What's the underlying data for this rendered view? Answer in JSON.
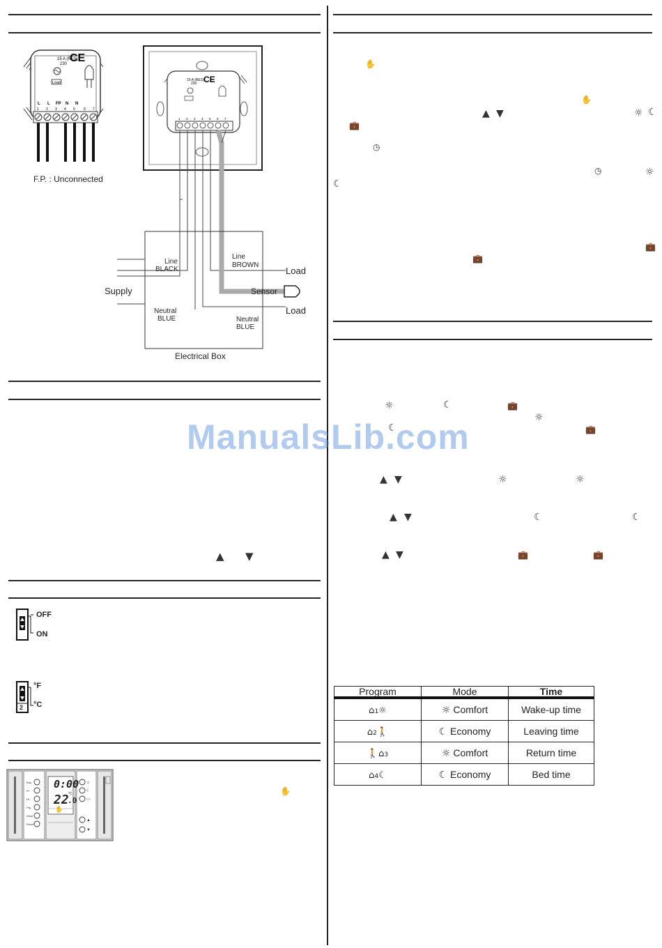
{
  "wiring": {
    "fp_note": "F.P. : Unconnected",
    "rating": "15 A (RES)",
    "voltage": "230",
    "load_box": "Load",
    "terminal_numbers": [
      "1",
      "2",
      "3",
      "4",
      "5",
      "6",
      "7"
    ],
    "line_label": "Line",
    "line_color": "BLACK",
    "line2_label": "Line",
    "line2_color": "BROWN",
    "neutral_label": "Neutral",
    "neutral_color": "BLUE",
    "neutral2_label": "Neutral",
    "neutral2_color": "BLUE",
    "supply": "Supply",
    "sensor": "Sensor",
    "load_top": "Load",
    "load_bottom": "Load",
    "electrical_box": "Electrical Box"
  },
  "switches": {
    "off": "OFF",
    "on": "ON",
    "fahrenheit": "°F",
    "celsius": "°C",
    "switch_number": "2"
  },
  "thermostat_display": {
    "time": "0:00",
    "temperature": "22",
    "temperature_decimal": ".0",
    "unit": "°C"
  },
  "watermark": "ManualsLib.com",
  "program_table": {
    "headers": [
      "Program",
      "Mode",
      "Time"
    ],
    "rows": [
      {
        "program": "1",
        "mode": "Comfort",
        "time": "Wake-up time"
      },
      {
        "program": "2",
        "mode": "Economy",
        "time": "Leaving time"
      },
      {
        "program": "3",
        "mode": "Comfort",
        "time": "Return time"
      },
      {
        "program": "4",
        "mode": "Economy",
        "time": "Bed time"
      }
    ]
  },
  "icons": {
    "sun": "☼",
    "moon": "☾",
    "suitcase": "suitcase-icon",
    "clock": "clock-icon",
    "hand": "hand-icon",
    "up": "▲",
    "down": "▼"
  }
}
